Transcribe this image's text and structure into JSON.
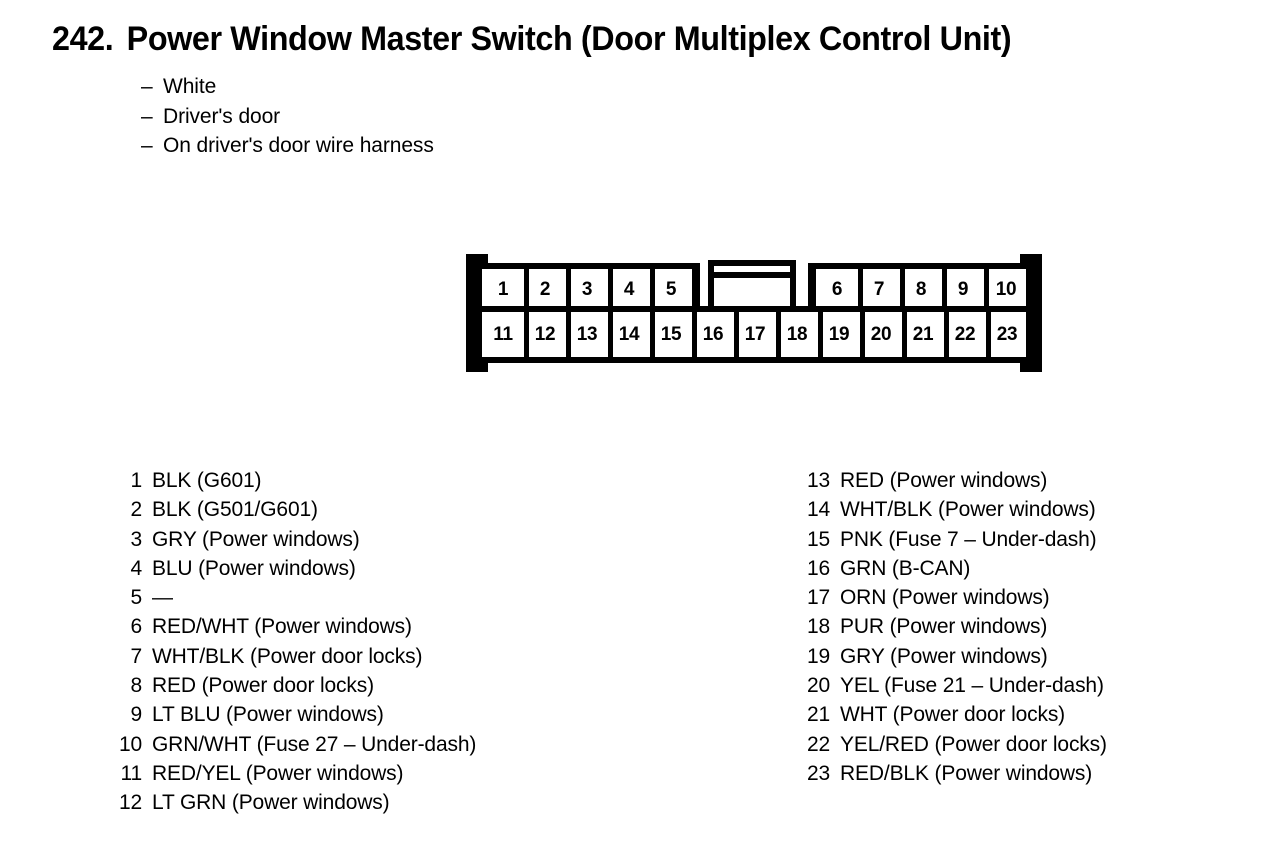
{
  "header": {
    "number": "242.",
    "title": "Power Window Master Switch (Door Multiplex Control Unit)",
    "dash": "–",
    "subtitles": [
      "White",
      "Driver's door",
      "On driver's door wire harness"
    ]
  },
  "connector": {
    "top_row_left": [
      "1",
      "2",
      "3",
      "4",
      "5"
    ],
    "top_row_right": [
      "6",
      "7",
      "8",
      "9",
      "10"
    ],
    "bottom_row": [
      "11",
      "12",
      "13",
      "14",
      "15",
      "16",
      "17",
      "18",
      "19",
      "20",
      "21",
      "22",
      "23"
    ],
    "latch_label": "latch-tab",
    "stroke_color": "#000000",
    "body_color": "#ffffff"
  },
  "pins": {
    "left": [
      {
        "no": "1",
        "desc": "BLK (G601)"
      },
      {
        "no": "2",
        "desc": "BLK (G501/G601)"
      },
      {
        "no": "3",
        "desc": "GRY (Power windows)"
      },
      {
        "no": "4",
        "desc": "BLU (Power windows)"
      },
      {
        "no": "5",
        "desc": "—"
      },
      {
        "no": "6",
        "desc": "RED/WHT (Power windows)"
      },
      {
        "no": "7",
        "desc": "WHT/BLK (Power door locks)"
      },
      {
        "no": "8",
        "desc": "RED (Power door locks)"
      },
      {
        "no": "9",
        "desc": "LT BLU (Power windows)"
      },
      {
        "no": "10",
        "desc": "GRN/WHT (Fuse 27 – Under-dash)"
      },
      {
        "no": "11",
        "desc": "RED/YEL (Power windows)"
      },
      {
        "no": "12",
        "desc": "LT GRN (Power windows)"
      }
    ],
    "right": [
      {
        "no": "13",
        "desc": "RED (Power windows)"
      },
      {
        "no": "14",
        "desc": "WHT/BLK (Power windows)"
      },
      {
        "no": "15",
        "desc": "PNK (Fuse 7 – Under-dash)"
      },
      {
        "no": "16",
        "desc": "GRN (B-CAN)"
      },
      {
        "no": "17",
        "desc": "ORN (Power windows)"
      },
      {
        "no": "18",
        "desc": "PUR (Power windows)"
      },
      {
        "no": "19",
        "desc": "GRY (Power windows)"
      },
      {
        "no": "20",
        "desc": "YEL (Fuse 21 – Under-dash)"
      },
      {
        "no": "21",
        "desc": "WHT (Power door locks)"
      },
      {
        "no": "22",
        "desc": "YEL/RED (Power door locks)"
      },
      {
        "no": "23",
        "desc": "RED/BLK (Power windows)"
      }
    ]
  }
}
